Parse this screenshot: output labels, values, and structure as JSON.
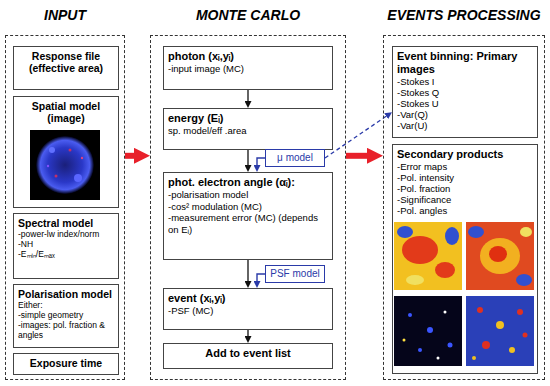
{
  "diagram": {
    "nodes": [
      {
        "text": [
          "INPUT"
        ]
      },
      {
        "text": [
          "Response file (effective area)"
        ],
        "in": 0
      },
      {
        "text": [
          "Spatial model (image)"
        ],
        "in": 0
      },
      {
        "text": [
          "Spectral model",
          "-power-lw index/norm",
          "-NH",
          "-Eₘᵢₙ/Eₘₐₓ"
        ],
        "in": 0
      },
      {
        "text": [
          "Polarisation model",
          "Either:",
          "-simple geometry",
          "-images: pol. fraction & angles"
        ],
        "in": 0
      },
      {
        "text": [
          "Exposure time"
        ],
        "in": 0
      },
      {
        "text": [
          "MONTE CARLO"
        ]
      },
      {
        "text": [
          "photon (xᵢ,yᵢ)",
          "-input image (MC)"
        ],
        "in": 6
      },
      {
        "text": [
          "energy (Eᵢ)",
          "sp. model/eff .area"
        ],
        "in": 6
      },
      {
        "text": [
          "μ model"
        ],
        "in": 6
      },
      {
        "text": [
          "phot. electron angle (αᵢ):",
          "-polarisation model",
          "-cos² modulation (MC)",
          "-measurement error (MC) (depends on Eᵢ)"
        ],
        "in": 6
      },
      {
        "text": [
          "PSF model"
        ],
        "in": 6
      },
      {
        "text": [
          "event (xᵢ,yᵢ)",
          "-PSF (MC)"
        ],
        "in": 6
      },
      {
        "text": [
          "Add to event list"
        ],
        "in": 6
      },
      {
        "text": [
          "EVENTS PROCESSING"
        ]
      },
      {
        "text": [
          "Event binning: Primary images",
          "-Stokes I",
          "-Stokes Q",
          "-Stokes U",
          "-Var(Q)",
          "-Var(U)"
        ],
        "in": 14
      },
      {
        "text": [
          "Secondary products",
          "-Error maps",
          "-Pol. intensity",
          "-Pol. fraction",
          "-Significance",
          "-Pol. angles"
        ],
        "in": 14
      }
    ],
    "edges": [
      {
        "from": 0,
        "to": 6,
        "arrow": "to"
      },
      {
        "from": 6,
        "to": 14,
        "arrow": "to"
      },
      {
        "from": 7,
        "to": 8,
        "arrow": "to"
      },
      {
        "from": 8,
        "to": 10,
        "arrow": "to"
      },
      {
        "from": 9,
        "to": 10,
        "arrow": "to"
      },
      {
        "from": 10,
        "to": 12,
        "arrow": "to"
      },
      {
        "from": 11,
        "to": 12,
        "arrow": "to"
      },
      {
        "from": 12,
        "to": 13,
        "arrow": "to"
      },
      {
        "from": 9,
        "to": 15,
        "arrow": "to"
      }
    ]
  }
}
